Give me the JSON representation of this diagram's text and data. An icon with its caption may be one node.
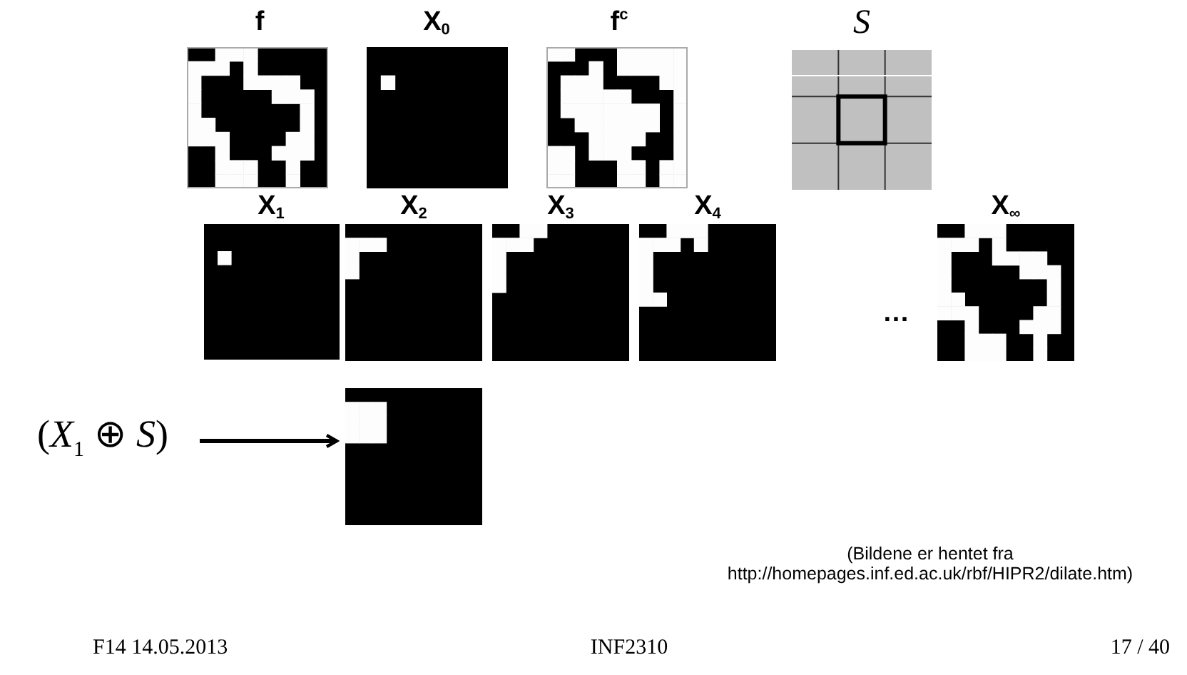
{
  "diagram": {
    "nodes": [
      {
        "text": [
          "(*X*$_{1}$ ⊕ *S*)"
        ]
      },
      {
        "text": [],
        "shape": "picture"
      }
    ],
    "edges": [
      {
        "from": 0,
        "to": 1,
        "arrow": "to"
      }
    ],
    "labels": [
      "f",
      "X$_{0}$",
      "f$^{c}$",
      "S",
      "X$_{1}$",
      "X$_{2}$",
      "X$_{3}$",
      "X$_{4}$",
      "…",
      "X$_{∞}$",
      "(Bildene er hentet fra http://homepages.inf.ed.ac.uk/rbf/HIPR2/dilate.htm)",
      "F14 14.05.2013",
      "INF2310",
      "17 / 40"
    ]
  }
}
